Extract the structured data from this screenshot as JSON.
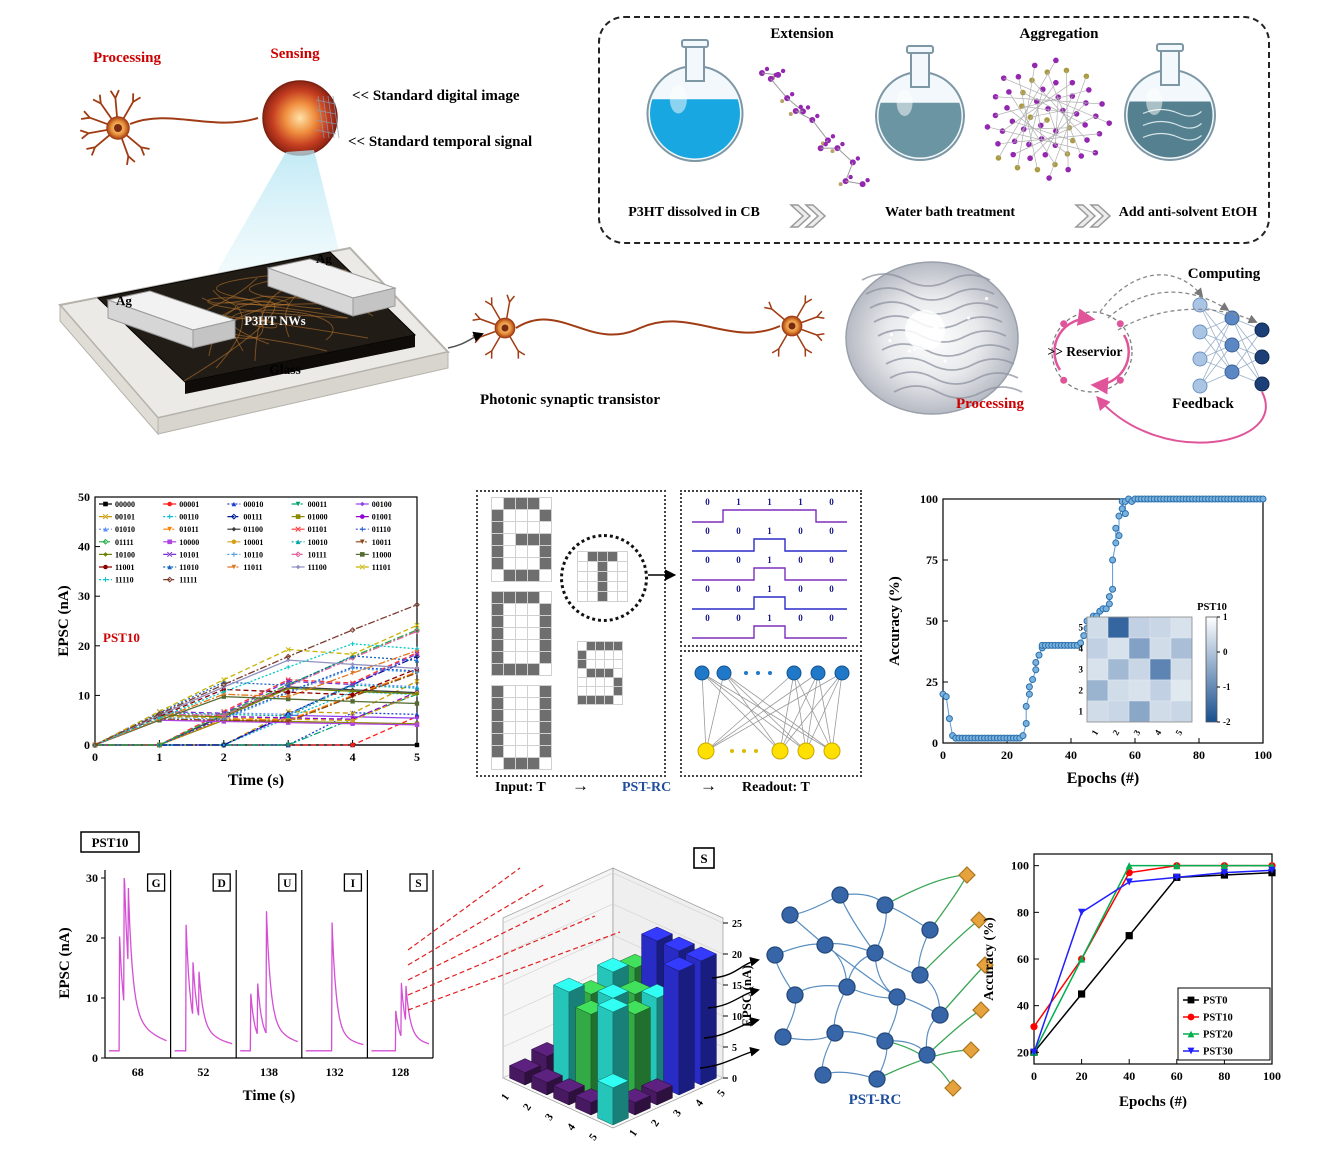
{
  "colors": {
    "accent_red": "#cc0000",
    "rc_blue": "#1f4e9c",
    "trace_magenta": "#d44fd4"
  },
  "top": {
    "processing_label": "Processing",
    "sensing_label": "Sensing",
    "note_digital": "<< Standard digital image",
    "note_temporal": "<< Standard temporal signal",
    "device": {
      "ag_left": "Ag",
      "ag_right": "Ag",
      "film": "P3HT NWs",
      "substrate": "Glass"
    },
    "synthesis": {
      "extension_label": "Extension",
      "aggregation_label": "Aggregation",
      "steps": [
        "P3HT dissolved in CB",
        "Water bath treatment",
        "Add anti-solvent EtOH"
      ]
    },
    "transistor_label": "Photonic synaptic transistor",
    "processing2_label": "Processing",
    "reservoir_label": ">> Reservior",
    "computing_label": "Computing",
    "feedback_label": "Feedback"
  },
  "letter_panel": {
    "grids": {
      "G": [
        "01110",
        "10001",
        "10000",
        "10111",
        "10001",
        "10001",
        "01110"
      ],
      "D": [
        "11110",
        "10001",
        "10001",
        "10001",
        "10001",
        "10001",
        "11110"
      ],
      "U": [
        "10001",
        "10001",
        "10001",
        "10001",
        "10001",
        "10001",
        "01110"
      ],
      "T_circled": [
        "01110",
        "00100",
        "00100",
        "00100",
        "00100"
      ],
      "S": [
        "01111",
        "10000",
        "10000",
        "01110",
        "00001",
        "00001",
        "11110"
      ]
    },
    "waveform_rows": [
      [
        0,
        1,
        1,
        1,
        0
      ],
      [
        0,
        0,
        1,
        0,
        0
      ],
      [
        0,
        0,
        1,
        0,
        0
      ],
      [
        0,
        0,
        1,
        0,
        0
      ],
      [
        0,
        0,
        1,
        0,
        0
      ]
    ],
    "waveform_colors": [
      "#7b2fbe",
      "#2c2cc9",
      "#7b2fbe",
      "#2c2cc9",
      "#7b2fbe"
    ],
    "input_label": "Input: T",
    "rc_label": "PST-RC",
    "readout_label": "Readout: T",
    "arrow": "→"
  },
  "reservoir_net": {
    "label": "PST-RC"
  },
  "chart_data": [
    {
      "id": "epsc32",
      "type": "line",
      "xlabel": "Time (s)",
      "ylabel": "EPSC (nA)",
      "annotation": "PST10",
      "xlim": [
        0,
        5
      ],
      "ylim": [
        0,
        50
      ],
      "xticks": [
        0,
        1,
        2,
        3,
        4,
        5
      ],
      "yticks": [
        0,
        10,
        20,
        30,
        40,
        50
      ],
      "value_rule": {
        "start": 0,
        "decay": 0.95,
        "amp_base": 5,
        "amp_step": 0.25,
        "amp_mod": 8
      },
      "series": [
        {
          "name": "00000",
          "color": "#000000"
        },
        {
          "name": "00001",
          "color": "#ff1a1a"
        },
        {
          "name": "00010",
          "color": "#1f3fd0"
        },
        {
          "name": "00011",
          "color": "#00a070"
        },
        {
          "name": "00100",
          "color": "#8f3fe8"
        },
        {
          "name": "00101",
          "color": "#c79a00"
        },
        {
          "name": "00110",
          "color": "#00bcd4"
        },
        {
          "name": "00111",
          "color": "#001c96"
        },
        {
          "name": "01000",
          "color": "#8a8a00"
        },
        {
          "name": "01001",
          "color": "#9400d3"
        },
        {
          "name": "01010",
          "color": "#5b8ff9"
        },
        {
          "name": "01011",
          "color": "#ff8000"
        },
        {
          "name": "01100",
          "color": "#3c3c3c"
        },
        {
          "name": "01101",
          "color": "#ff3333"
        },
        {
          "name": "01110",
          "color": "#2255cc"
        },
        {
          "name": "01111",
          "color": "#22aa44"
        },
        {
          "name": "10000",
          "color": "#b044e0"
        },
        {
          "name": "10001",
          "color": "#d4a017"
        },
        {
          "name": "10010",
          "color": "#00a6a6"
        },
        {
          "name": "10011",
          "color": "#8b4513"
        },
        {
          "name": "10100",
          "color": "#6e7f00"
        },
        {
          "name": "10101",
          "color": "#7a30d0"
        },
        {
          "name": "10110",
          "color": "#4d9de0"
        },
        {
          "name": "10111",
          "color": "#e0609a"
        },
        {
          "name": "11000",
          "color": "#556b2f"
        },
        {
          "name": "11001",
          "color": "#8b0000"
        },
        {
          "name": "11010",
          "color": "#1565c0"
        },
        {
          "name": "11011",
          "color": "#e07820"
        },
        {
          "name": "11100",
          "color": "#9090c0"
        },
        {
          "name": "11101",
          "color": "#c8b400"
        },
        {
          "name": "11110",
          "color": "#00c8c8"
        },
        {
          "name": "11111",
          "color": "#7a3b2e"
        }
      ]
    },
    {
      "id": "acc_epochs",
      "type": "scatter-line",
      "xlabel": "Epochs (#)",
      "ylabel": "Accuracy (%)",
      "xticks": [
        0,
        20,
        40,
        60,
        80,
        100
      ],
      "yticks": [
        0,
        25,
        50,
        75,
        100
      ],
      "xlim": [
        0,
        100
      ],
      "ylim": [
        0,
        100
      ],
      "colors": {
        "fill": "#79b2dd",
        "edge": "#2c6fad",
        "line": "#5e9bd0"
      },
      "points": [
        [
          0,
          20
        ],
        [
          1,
          19
        ],
        [
          2,
          10
        ],
        [
          3,
          3
        ],
        [
          4,
          2
        ],
        [
          5,
          2
        ],
        [
          6,
          2
        ],
        [
          7,
          2
        ],
        [
          8,
          2
        ],
        [
          9,
          2
        ],
        [
          10,
          2
        ],
        [
          11,
          2
        ],
        [
          12,
          2
        ],
        [
          13,
          2
        ],
        [
          14,
          2
        ],
        [
          15,
          2
        ],
        [
          16,
          2
        ],
        [
          17,
          2
        ],
        [
          18,
          2
        ],
        [
          19,
          2
        ],
        [
          20,
          2
        ],
        [
          21,
          2
        ],
        [
          22,
          2
        ],
        [
          23,
          2
        ],
        [
          24,
          2
        ],
        [
          25,
          3
        ],
        [
          26,
          8
        ],
        [
          26,
          15
        ],
        [
          27,
          20
        ],
        [
          27,
          23
        ],
        [
          28,
          26
        ],
        [
          29,
          30
        ],
        [
          29,
          33
        ],
        [
          30,
          36
        ],
        [
          31,
          39
        ],
        [
          31,
          40
        ],
        [
          32,
          40
        ],
        [
          33,
          40
        ],
        [
          34,
          40
        ],
        [
          35,
          40
        ],
        [
          36,
          40
        ],
        [
          37,
          40
        ],
        [
          38,
          40
        ],
        [
          39,
          40
        ],
        [
          40,
          40
        ],
        [
          41,
          40
        ],
        [
          42,
          40
        ],
        [
          43,
          41
        ],
        [
          44,
          44
        ],
        [
          45,
          47
        ],
        [
          45,
          50
        ],
        [
          46,
          50
        ],
        [
          47,
          48
        ],
        [
          47,
          52
        ],
        [
          48,
          52
        ],
        [
          49,
          54
        ],
        [
          50,
          55
        ],
        [
          51,
          55
        ],
        [
          52,
          57
        ],
        [
          52,
          60
        ],
        [
          53,
          63
        ],
        [
          53,
          75
        ],
        [
          54,
          82
        ],
        [
          54,
          88
        ],
        [
          55,
          85
        ],
        [
          55,
          93
        ],
        [
          56,
          96
        ],
        [
          56,
          99
        ],
        [
          57,
          94
        ],
        [
          57,
          99
        ],
        [
          58,
          100
        ],
        [
          59,
          99
        ],
        [
          60,
          100
        ],
        [
          61,
          100
        ],
        [
          62,
          100
        ],
        [
          63,
          100
        ],
        [
          64,
          100
        ],
        [
          65,
          100
        ],
        [
          66,
          100
        ],
        [
          67,
          100
        ],
        [
          68,
          100
        ],
        [
          69,
          100
        ],
        [
          70,
          100
        ],
        [
          71,
          100
        ],
        [
          72,
          100
        ],
        [
          73,
          100
        ],
        [
          74,
          100
        ],
        [
          75,
          100
        ],
        [
          76,
          100
        ],
        [
          77,
          100
        ],
        [
          78,
          100
        ],
        [
          79,
          100
        ],
        [
          80,
          100
        ],
        [
          81,
          100
        ],
        [
          82,
          100
        ],
        [
          83,
          100
        ],
        [
          84,
          100
        ],
        [
          85,
          100
        ],
        [
          86,
          100
        ],
        [
          87,
          100
        ],
        [
          88,
          100
        ],
        [
          89,
          100
        ],
        [
          90,
          100
        ],
        [
          91,
          100
        ],
        [
          92,
          100
        ],
        [
          93,
          100
        ],
        [
          94,
          100
        ],
        [
          95,
          100
        ],
        [
          96,
          100
        ],
        [
          97,
          100
        ],
        [
          98,
          100
        ],
        [
          99,
          100
        ],
        [
          100,
          100
        ]
      ],
      "inset_heatmap": {
        "type": "heatmap",
        "title": "PST10",
        "xticks": [
          1,
          2,
          3,
          4,
          5
        ],
        "yticks": [
          5,
          4,
          3,
          2,
          1
        ],
        "vmin": -2,
        "vmax": 1,
        "colorbar_ticks": [
          1,
          0,
          -1,
          -2
        ],
        "matrix": [
          [
            0.4,
            -1.6,
            0.2,
            0.3,
            0.5
          ],
          [
            0.2,
            0.5,
            -0.6,
            0.4,
            -0.1
          ],
          [
            0.5,
            -0.2,
            0.3,
            -1.1,
            0.4
          ],
          [
            -0.3,
            0.4,
            0.5,
            0.2,
            0.6
          ],
          [
            0.4,
            0.3,
            -0.5,
            0.4,
            0.3
          ]
        ]
      }
    },
    {
      "id": "pst10_traces",
      "type": "line",
      "badge": "PST10",
      "panel_letters": [
        "G",
        "D",
        "U",
        "I",
        "S"
      ],
      "x_labels": [
        "68",
        "52",
        "138",
        "132",
        "128"
      ],
      "xlabel": "Time (s)",
      "ylabel": "EPSC (nA)",
      "yticks": [
        0,
        10,
        20,
        30
      ],
      "ylim": [
        0,
        30
      ],
      "color": "#d44fd4",
      "spikes": {
        "G": [
          [
            0.18,
            20
          ],
          [
            0.26,
            24
          ],
          [
            0.33,
            14
          ]
        ],
        "D": [
          [
            0.2,
            21
          ],
          [
            0.32,
            9
          ],
          [
            0.42,
            8
          ]
        ],
        "U": [
          [
            0.18,
            10
          ],
          [
            0.3,
            9
          ],
          [
            0.45,
            22
          ]
        ],
        "I": [
          [
            0.45,
            23
          ]
        ],
        "S": [
          [
            0.42,
            7
          ],
          [
            0.52,
            9
          ],
          [
            0.6,
            6
          ]
        ]
      }
    },
    {
      "id": "bar3d_s",
      "type": "bar3d",
      "letter": "S",
      "zlabel": "EPSC (nA)",
      "zticks": [
        0,
        5,
        10,
        15,
        20,
        25
      ],
      "xticks": [
        1,
        2,
        3,
        4,
        5
      ],
      "yticks": [
        1,
        2,
        3,
        4,
        5
      ],
      "colors": {
        "low": "#4a1a66",
        "mid1": "#35b44a",
        "mid2": "#27cfc3",
        "high": "#2a2ecf"
      },
      "heights_back_to_front": [
        [
          2,
          14,
          20,
          20,
          20
        ],
        [
          3,
          15,
          13,
          14,
          20
        ],
        [
          2,
          13,
          14,
          13,
          2
        ],
        [
          3,
          15,
          13,
          15,
          2
        ],
        [
          2,
          2,
          2,
          2,
          6
        ]
      ]
    },
    {
      "id": "acc_compare",
      "type": "line",
      "xlabel": "Epochs (#)",
      "ylabel": "Accuracy (%)",
      "xticks": [
        0,
        20,
        40,
        60,
        80,
        100
      ],
      "yticks": [
        20,
        40,
        60,
        80,
        100
      ],
      "ylim": [
        15,
        105
      ],
      "x": [
        0,
        20,
        40,
        60,
        80,
        100
      ],
      "series": [
        {
          "name": "PST0",
          "color": "#000000",
          "marker": "square",
          "values": [
            20,
            45,
            70,
            95,
            96,
            97
          ]
        },
        {
          "name": "PST10",
          "color": "#ff0000",
          "marker": "circle",
          "values": [
            31,
            60,
            97,
            100,
            100,
            100
          ]
        },
        {
          "name": "PST20",
          "color": "#00b050",
          "marker": "triangle-up",
          "values": [
            20,
            60,
            100,
            100,
            100,
            100
          ]
        },
        {
          "name": "PST30",
          "color": "#1f1fff",
          "marker": "triangle-down",
          "values": [
            20,
            80,
            93,
            95,
            97,
            98
          ]
        }
      ]
    }
  ]
}
